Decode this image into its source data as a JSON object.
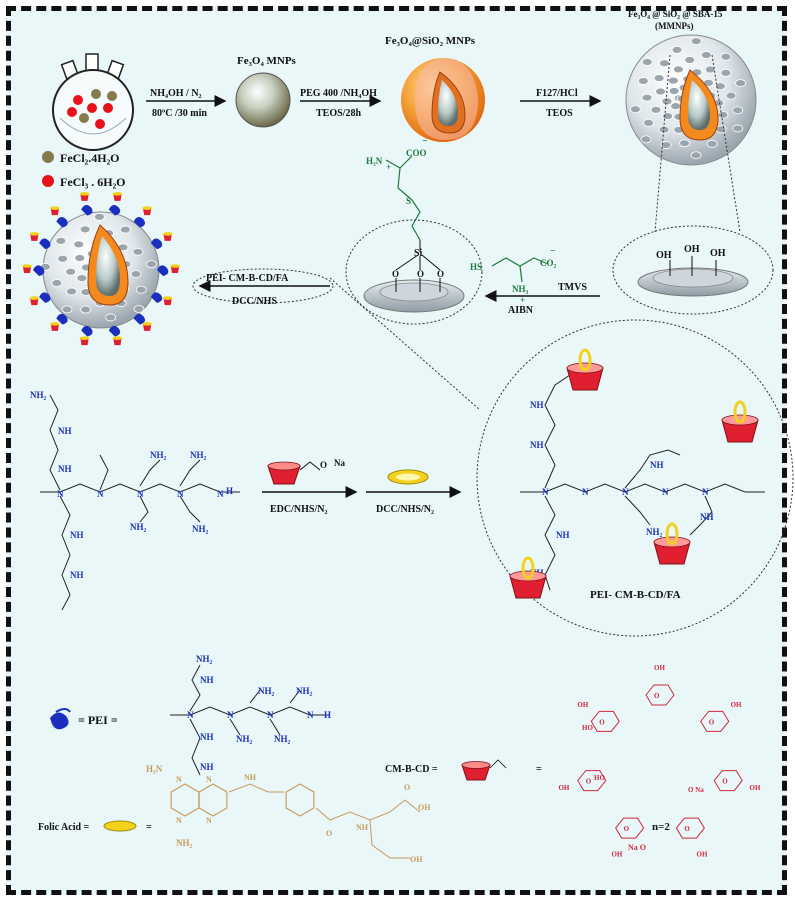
{
  "top_row": {
    "reagent_1": "NH₄OH / N₂",
    "cond_1": "80ºC /30 min",
    "product_1": "Fe₃O₄ MNPs",
    "reagent_2": "PEG 400 /NH₄OH",
    "cond_2": "TEOS/28h",
    "product_2": "Fe₃O₄@SiO₂ MNPs",
    "reagent_3": "F127/HCl",
    "cond_3": "TEOS",
    "product_3_line1": "Fe₃O₄ @ SiO₂ @ SBA-15",
    "product_3_line2": "(MMNPs)"
  },
  "legend": {
    "fecl2": "FeCl₂.4H₂O",
    "fecl3": "FeCl₃ . 6H₂O",
    "fecl2_color": "#857a4a",
    "fecl3_color": "#e8121a"
  },
  "middle_row": {
    "oh_label": "OH",
    "tmvs": "TMVS",
    "aibn": "AIBN",
    "peig": "PEI- CM-B-CD/FA",
    "dcc": "DCC/NHS",
    "si": "Si",
    "o": "O",
    "s": "S",
    "hs": "HS",
    "nh3": "NH₃",
    "co2": "CO₂",
    "coo": "COO",
    "h3n": "H₃N",
    "minus": "−",
    "plus": "+"
  },
  "pei_row": {
    "step_1": "EDC/NHS/N₂",
    "step_2": "DCC/NHS/N₂",
    "product_label": "PEI- CM-B-CD/FA",
    "nh2": "NH₂",
    "nh": "NH",
    "n": "N",
    "h": "H",
    "ona": "O",
    "na": "Na"
  },
  "bottom": {
    "pei_key": "= PEI =",
    "cmbcd_key": "CM-B-CD =",
    "folic_key": "Folic Acid =",
    "eq": "=",
    "n2": "n=2",
    "oh": "OH",
    "ho": "HO",
    "o": "O",
    "nh": "NH",
    "nh2": "NH₂",
    "n": "N",
    "h2n": "H₂N",
    "ona": "O Na",
    "nao": "Na O"
  },
  "colors": {
    "background": "#e9f7f9",
    "cd_red": "#e02030",
    "folic_yellow": "#f2d21c",
    "pei_blue": "#1a2fbf",
    "shell_orange": "#f28a1e",
    "chem_teal": "#1f7a3c",
    "folic_tan": "#c89a5a",
    "cd_struct": "#d0283c"
  }
}
